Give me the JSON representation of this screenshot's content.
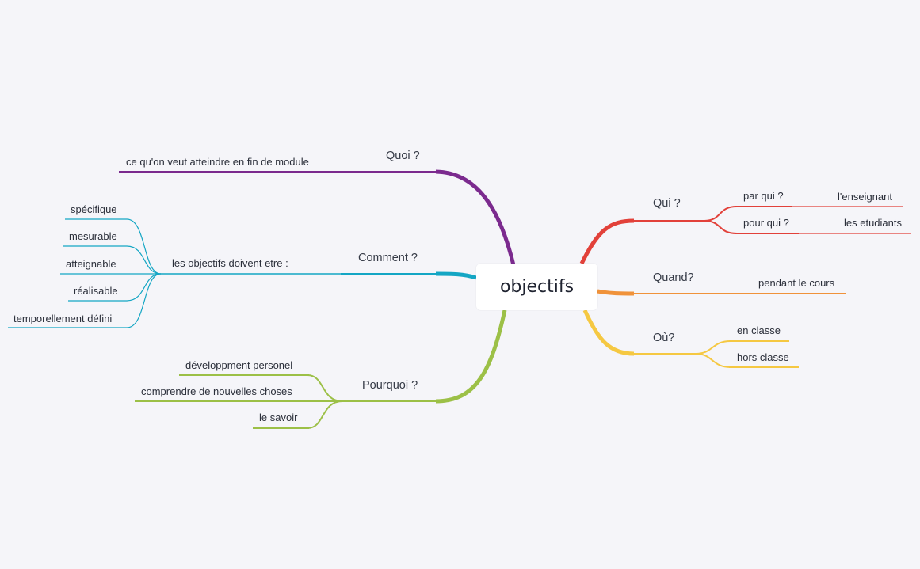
{
  "root": {
    "label": "objectifs"
  },
  "branches": {
    "quoi": {
      "label": "Quoi ?",
      "color": "#7b2a8e",
      "children": [
        "ce qu'on veut atteindre en fin de module"
      ]
    },
    "comment": {
      "label": "Comment ?",
      "color": "#14a6c4",
      "child": "les objectifs doivent etre :",
      "sub": [
        "spécifique",
        "mesurable",
        "atteignable",
        "réalisable",
        "temporellement défini"
      ]
    },
    "pourquoi": {
      "label": "Pourquoi ?",
      "color": "#9cc047",
      "children": [
        "développment personel",
        "comprendre de nouvelles choses",
        "le savoir"
      ]
    },
    "qui": {
      "label": "Qui ?",
      "color": "#e2413a",
      "children": [
        {
          "label": "par qui ?",
          "sub": "l'enseignant"
        },
        {
          "label": "pour qui ?",
          "sub": "les etudiants"
        }
      ]
    },
    "quand": {
      "label": "Quand?",
      "color": "#f0923a",
      "children": [
        "pendant le cours"
      ]
    },
    "ou": {
      "label": "Où?",
      "color": "#f5c842",
      "children": [
        "en classe",
        "hors classe"
      ]
    }
  }
}
